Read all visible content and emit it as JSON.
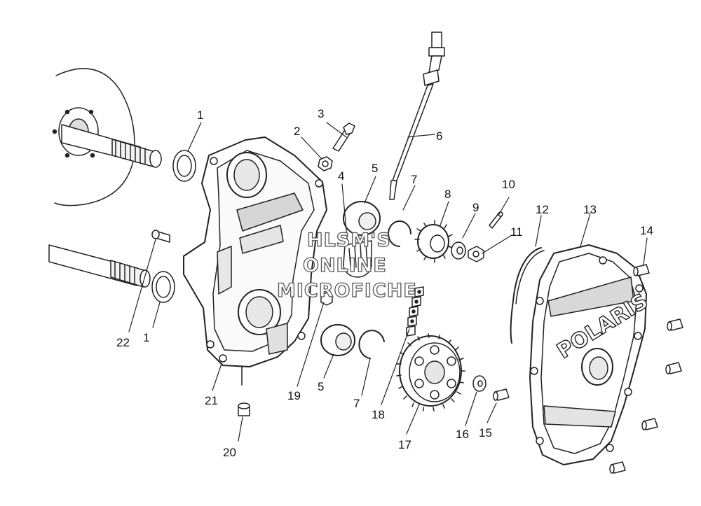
{
  "diagram": {
    "callouts": {
      "c1a": "1",
      "c1b": "1",
      "c2": "2",
      "c3": "3",
      "c4": "4",
      "c5a": "5",
      "c5b": "5",
      "c6": "6",
      "c7a": "7",
      "c7b": "7",
      "c8": "8",
      "c9": "9",
      "c10": "10",
      "c11": "11",
      "c12": "12",
      "c13": "13",
      "c14": "14",
      "c15": "15",
      "c16": "16",
      "c17": "17",
      "c18": "18",
      "c19": "19",
      "c20": "20",
      "c21": "21",
      "c22": "22"
    },
    "watermark": {
      "line1": "HLSM'S",
      "line2": "ONLINE",
      "line3": "MICROFICHE"
    },
    "cover_logo": "POLARIS"
  },
  "colors": {
    "ink": "#222222",
    "paper": "#ffffff",
    "shade": "#bdbdbd"
  }
}
